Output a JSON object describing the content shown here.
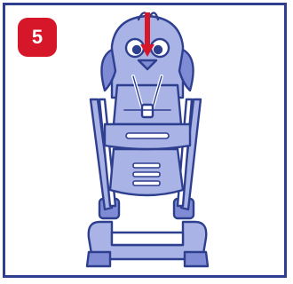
{
  "step": {
    "number": "5"
  },
  "colors": {
    "frame": "#2f3f8f",
    "badge": "#d6172a",
    "chair_fill": "#a9b3e6",
    "chair_fill_dark": "#7f8bd4",
    "outline": "#2f3f8f",
    "arrow": "#d6172a"
  },
  "illustration": {
    "subject": "high-chair-with-bird-headrest",
    "arrow_direction": "down"
  }
}
